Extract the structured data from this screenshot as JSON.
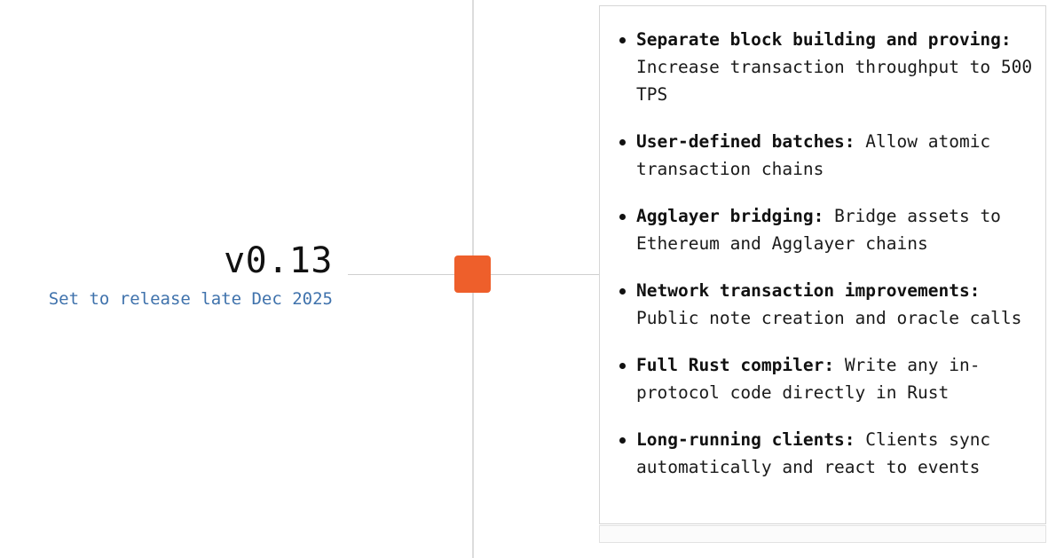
{
  "release": {
    "version": "v0.13",
    "date_note": "Set to release late Dec 2025"
  },
  "colors": {
    "marker": "#ee5f2b",
    "date_note": "#3f72ac",
    "timeline": "#dcdcdc"
  },
  "features": [
    {
      "title": "Separate block building and proving:",
      "description": "Increase transaction throughput to 500 TPS"
    },
    {
      "title": "User-defined batches:",
      "description": "Allow atomic transaction chains"
    },
    {
      "title": "Agglayer bridging:",
      "description": "Bridge assets to Ethereum and Agglayer chains"
    },
    {
      "title": "Network transaction improvements:",
      "description": "Public note creation and oracle calls"
    },
    {
      "title": "Full Rust compiler:",
      "description": "Write any in-protocol code directly in Rust"
    },
    {
      "title": "Long-running clients:",
      "description": "Clients sync automatically and react to events"
    }
  ]
}
